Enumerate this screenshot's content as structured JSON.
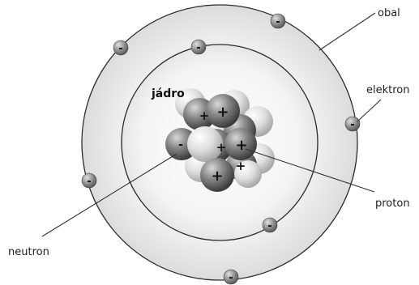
{
  "labels": {
    "nucleus": "jádro",
    "shell": "obal",
    "electron": "elektron",
    "proton": "proton",
    "neutron": "neutron"
  },
  "signs": {
    "proton": "+",
    "electron": "-"
  },
  "colors": {
    "shell_outer": "#e2e2e2",
    "shell_inner": "#f0f0f0",
    "ring": "#2a2a2a",
    "particle_dark": "#6e6e6e",
    "particle_light": "#d9d9d9",
    "leader_line": "#333333"
  }
}
